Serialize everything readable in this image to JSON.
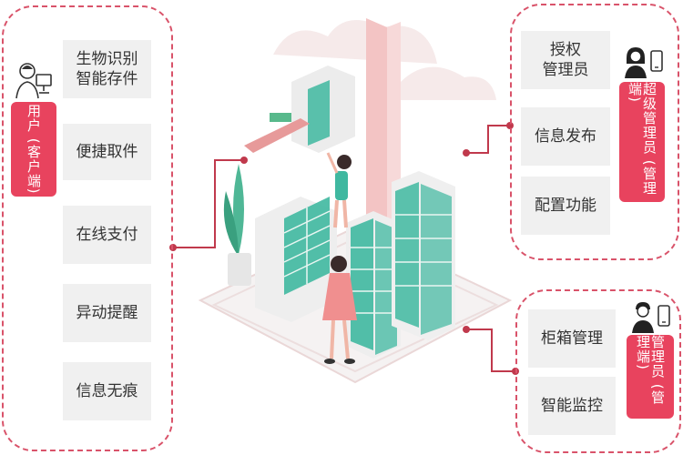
{
  "user_panel": {
    "role_label": "用户\n(客户端)",
    "features": [
      "生物识别\n智能存件",
      "便捷取件",
      "在线支付",
      "异动提醒",
      "信息无痕"
    ]
  },
  "super_admin_panel": {
    "role_label": "超级管理员\n(管理端)",
    "features": [
      "授权\n管理员",
      "信息发布",
      "配置功能"
    ]
  },
  "admin_panel": {
    "role_label": "管理员\n(管理端)",
    "features": [
      "柜箱管理",
      "智能监控"
    ]
  },
  "icons": {
    "user": "person-at-computer-icon",
    "super_admin": "woman-with-phone-icon",
    "admin": "man-with-phone-icon"
  },
  "colors": {
    "accent": "#e8435e",
    "dashed_border": "#d9536a",
    "connector": "#c0394c",
    "box_bg": "#f0f0f0",
    "locker_teal": "#3fb8a0"
  }
}
